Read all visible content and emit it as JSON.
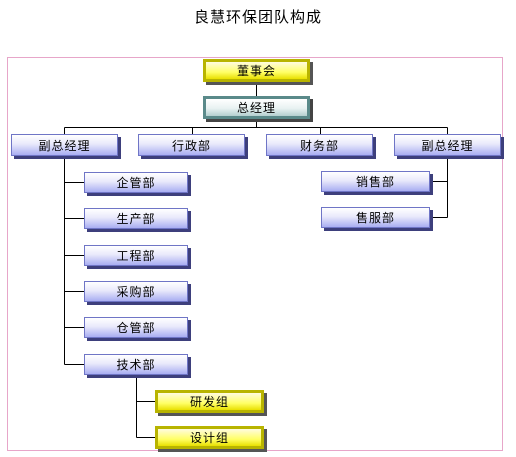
{
  "title": "良慧环保团队构成",
  "nodes": {
    "chairman": "董事会",
    "gm": "总经理",
    "vp_left": "副总经理",
    "admin": "行政部",
    "finance": "财务部",
    "vp_right": "副总经理",
    "enterprise_mgmt": "企管部",
    "production": "生产部",
    "engineering": "工程部",
    "purchasing": "采购部",
    "warehouse": "仓管部",
    "technical": "技术部",
    "sales": "销售部",
    "after_sales": "售服部",
    "rnd_group": "研发组",
    "design_group": "设计组"
  },
  "colors": {
    "frame": "#e7a6c9",
    "blue_box": "#a9aef2",
    "yellow_box": "#ffff66",
    "teal_box": "#b3cfcf"
  }
}
